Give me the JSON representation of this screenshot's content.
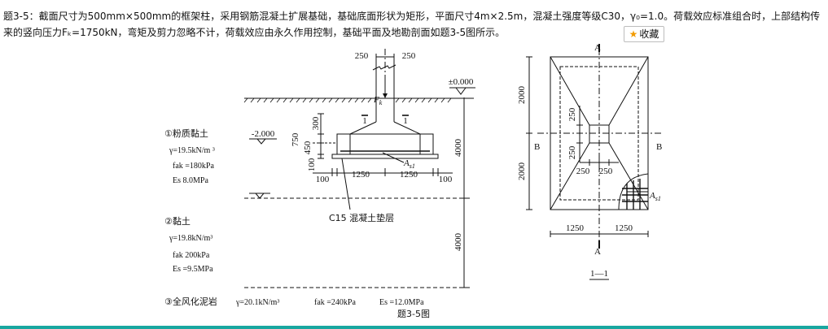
{
  "question": {
    "line1": "题3-5：截面尺寸为500mm×500mm的框架柱，采用钢筋混凝土扩展基础，基础底面形状为矩形，平面尺寸4m×2.5m，混凝土强度等级C30，γ₀=1.0。荷载效应标准组合时，上部结构传",
    "line2": "来的竖向压力Fₖ=1750kN，弯矩及剪力忽略不计，荷载效应由永久作用控制，基础平面及地勘剖面如题3-5图所示。"
  },
  "favorite": {
    "icon": "star-icon",
    "label": "收藏"
  },
  "section": {
    "dim_250_left": "250",
    "dim_250_right": "250",
    "level_000": "±0.000",
    "level_2000": "-2.000",
    "load": "F",
    "load_sub": "k",
    "cut_left": "1",
    "cut_right": "1",
    "dim_300": "300",
    "dim_750": "750",
    "dim_450": "450",
    "dim_100_v": "100",
    "dim_100_left": "100",
    "dim_1250_left": "1250",
    "dim_1250_right": "1250",
    "dim_100_right": "100",
    "rebar": "A",
    "rebar_sub": "s1",
    "depth_4000_top": "4000",
    "depth_4000_bottom": "4000",
    "cushion_label": "C15 混凝土垫层",
    "layer1": {
      "name": "①粉质黏土",
      "gamma": "γ=19.5kN/m ³",
      "fak": "fak =180kPa",
      "es": "Es  8.0MPa"
    },
    "layer2": {
      "name": "②黏土",
      "gamma": "γ=19.8kN/m³",
      "fak": "fak  200kPa",
      "es": "Es =9.5MPa"
    },
    "layer3": {
      "name": "③全风化泥岩",
      "gamma": "γ=20.1kN/m³",
      "fak": "fak =240kPa",
      "es": "Es =12.0MPa"
    }
  },
  "plan": {
    "label_A_top": "A",
    "label_A_bottom": "A",
    "label_B_left": "B",
    "label_B_right": "B",
    "dim_2000_top": "2000",
    "dim_2000_bottom": "2000",
    "dim_250_v_top": "250",
    "dim_250_v_bottom": "250",
    "dim_250_h_left": "250",
    "dim_250_h_right": "250",
    "dim_1250_left": "1250",
    "dim_1250_right": "1250",
    "rebar": "A",
    "rebar_sub": "s1",
    "section_label": "1—1"
  },
  "figure_caption": "题3-5图",
  "colors": {
    "accent_bar": "#19a7a0",
    "star": "#f29b00"
  }
}
